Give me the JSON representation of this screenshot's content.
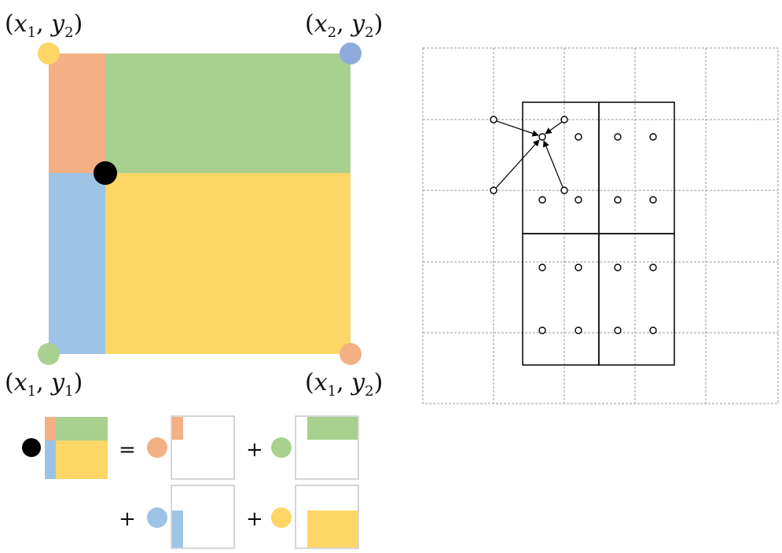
{
  "corner_labels": {
    "top_left": {
      "open": "(",
      "x": "x",
      "xsub": "1",
      "sep": ", ",
      "y": "y",
      "ysub": "2",
      "close": ")"
    },
    "top_right": {
      "open": "(",
      "x": "x",
      "xsub": "2",
      "sep": ", ",
      "y": "y",
      "ysub": "2",
      "close": ")"
    },
    "bottom_left": {
      "open": "(",
      "x": "x",
      "xsub": "1",
      "sep": ", ",
      "y": "y",
      "ysub": "1",
      "close": ")"
    },
    "bottom_right": {
      "open": "(",
      "x": "x",
      "xsub": "1",
      "sep": ", ",
      "y": "y",
      "ysub": "2",
      "close": ")"
    }
  },
  "equation": {
    "equals": "=",
    "plus_1": "+",
    "plus_2": "+",
    "plus_3": "+"
  },
  "colors": {
    "orange": "#f3b085",
    "green": "#a8d08e",
    "blue": "#9dc3e6",
    "yellow": "#fdd665",
    "corner_blue": "#8faadc",
    "sample_point": "#000000",
    "grid_line": "#9a9a9a",
    "cell_line": "#000000"
  }
}
